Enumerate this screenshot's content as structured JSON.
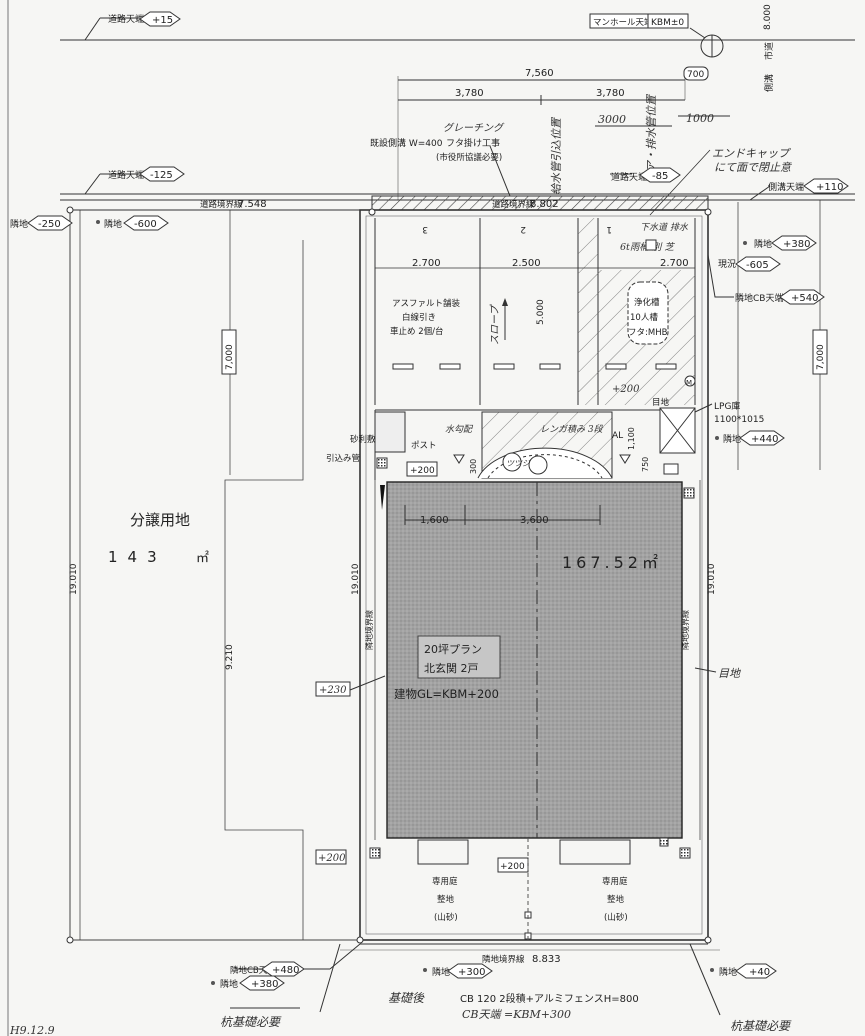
{
  "top": {
    "road_top_left": "道路天端",
    "road_top_left_val": "+15",
    "manhole": "マンホール天端",
    "kbm": "KBM±0",
    "width_right": "8.000",
    "city_road": "市道",
    "side_label": "側溝"
  },
  "dims": {
    "total_width": "7,560",
    "w700": "700",
    "half_left": "3,780",
    "half_right": "3,780",
    "d1000": "1000",
    "d3000": "3000",
    "road_val_left": "-125",
    "road_boundary_left": "道路境界線",
    "road_len_left": "7.548",
    "road_boundary_mid": "道路境界線",
    "road_len_mid": "8.802",
    "road_top_mid_label": "道路天端",
    "road_top_mid_val": "-85",
    "road_top_right_label": "側溝天端",
    "road_top_right_val": "+110",
    "gutter_label": "既設側溝 W=400",
    "grating": "グレーチング",
    "lid_work": "フタ掛け工事",
    "city_approval": "(市役所協議必要)",
    "handwritten_pos": "給水管引込位置",
    "handwritten_pos2": "ア・排水管位置",
    "end_cap1": "エンドキャップ",
    "end_cap2": "にて面で閉止意"
  },
  "left": {
    "neighbor": "隣地",
    "neighbor_val": "-250",
    "neighbor2": "隣地",
    "neighbor2_val": "-600",
    "lot_label": "分譲用地",
    "lot_area": "143",
    "lot_unit": "㎡",
    "depth_7000": "7,000",
    "depth_19010": "19.010",
    "depth_9210": "9.210"
  },
  "parking": {
    "slot3": "3",
    "slot2": "2",
    "slot1": "1",
    "w2700": "2.700",
    "w2500": "2.500",
    "w2700b": "2.700",
    "asphalt1": "アスファルト舗装",
    "asphalt2": "白線引き",
    "asphalt3": "車止め 2個/台",
    "slope": "スロープ",
    "d5000": "5.000",
    "septic1": "浄化槽",
    "septic2": "10人槽",
    "septic3": "フタ:MHB",
    "dt_plus": "+200",
    "drain": "6t雨桶 別 芝",
    "drain2": "下水道 排水",
    "m": "M",
    "eye": "目地",
    "lpg1": "LPG庫",
    "lpg2": "1100*1015"
  },
  "right": {
    "neighbor_380": "+380",
    "neighbor_380_l": "隣地",
    "current_605": "-605",
    "current_l": "現況",
    "cb_540_l": "隣地CB天端",
    "cb_540": "+540",
    "d7000": "7,000",
    "neighbor_440_l": "隣地",
    "neighbor_440": "+440",
    "d19010": "19.010",
    "boundary": "隣地境界線",
    "eye": "目地"
  },
  "entrance": {
    "gravel": "砂利敷",
    "post": "ポスト",
    "plus200": "+200",
    "hikikomi": "引込み管",
    "d300": "300",
    "brick": "レンガ積み 3段",
    "water": "水勾配",
    "tsutsuji": "ツツジ",
    "al": "AL",
    "d1100": "1,100",
    "d750": "750"
  },
  "building": {
    "d1600": "1,600",
    "d3600": "3,600",
    "area": "167.52㎡",
    "plan": "20坪プラン",
    "entrance": "北玄関 2戸",
    "gl": "建物GL=KBM+200",
    "left_len": "19.010",
    "left_boundary": "隣地境界線",
    "plus230": "+230"
  },
  "bottom": {
    "plus200_l": "+200",
    "plus200_m": "+200",
    "garden": "専用庭",
    "level": "整地",
    "sand": "(山砂)",
    "garden2": "専用庭",
    "level2": "整地",
    "sand2": "(山砂)",
    "cb_l": "隣地CB天端",
    "cb_val": "+480",
    "nb_l": "隣地",
    "nb_val": "+380",
    "nb300_l": "隣地",
    "nb300": "+300",
    "boundary": "隣地境界線",
    "len": "8.833",
    "nb40_l": "隣地",
    "nb40": "+40",
    "fence": "CB 120 2段積+アルミフェンスH=800",
    "cbtop": "CB天端 =KBM+300",
    "hw_left": "基礎後",
    "pile_left": "杭基礎必要",
    "pile_right": "杭基礎必要",
    "date": "H9.12.9"
  }
}
